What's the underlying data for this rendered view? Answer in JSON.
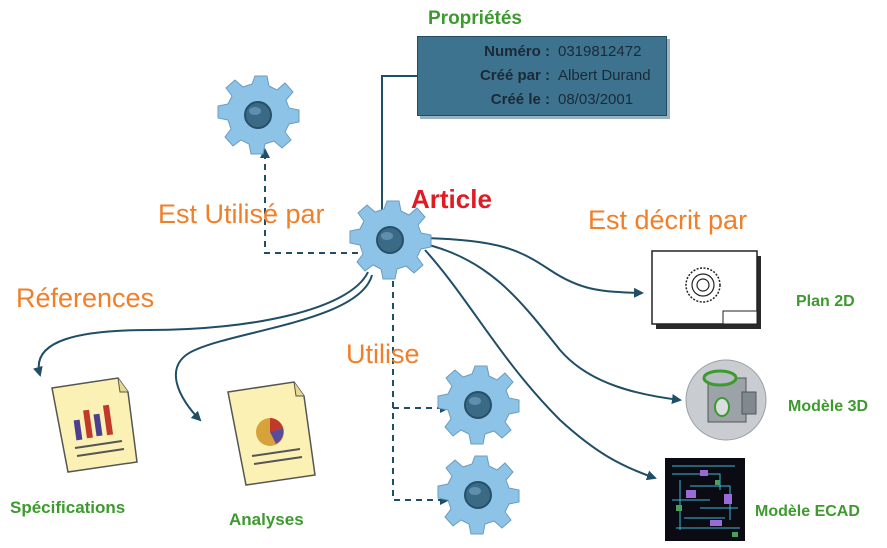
{
  "colors": {
    "relation_text": "#f07f2a",
    "label_green": "#3d9a2e",
    "article_red": "#e01b24",
    "connector": "#1f4e66",
    "gear": "#8ec3e8",
    "gear_hub": "#3a6a86",
    "props_box": "#3e7390"
  },
  "properties": {
    "title": "Propriétés",
    "rows": [
      {
        "label": "Numéro :",
        "value": "0319812472"
      },
      {
        "label": "Créé par :",
        "value": "Albert Durand"
      },
      {
        "label": "Créé le :",
        "value": "08/03/2001"
      }
    ]
  },
  "center": {
    "label": "Article",
    "icon": "gear-icon"
  },
  "relations": {
    "used_by": "Est Utilisé par",
    "described_by": "Est décrit par",
    "references": "Réferences",
    "uses": "Utilise"
  },
  "documents": {
    "specifications": {
      "label": "Spécifications",
      "icon": "bar-chart-document-icon"
    },
    "analyses": {
      "label": "Analyses",
      "icon": "pie-chart-document-icon"
    }
  },
  "descriptions": {
    "plan2d": {
      "label": "Plan 2D",
      "icon": "2d-drawing-icon"
    },
    "model3d": {
      "label": "Modèle 3D",
      "icon": "3d-model-icon"
    },
    "ecad": {
      "label": "Modèle ECAD",
      "icon": "circuit-board-icon"
    }
  }
}
